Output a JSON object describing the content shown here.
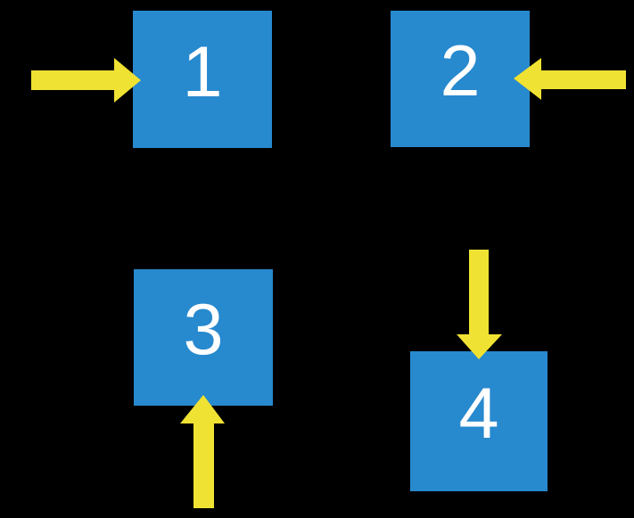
{
  "colors": {
    "background": "#000000",
    "square_fill": "#2789CE",
    "arrow_fill": "#F0E232",
    "label_text": "#FFFFFF"
  },
  "squares": [
    {
      "label": "1",
      "arrow_direction": "right"
    },
    {
      "label": "2",
      "arrow_direction": "left"
    },
    {
      "label": "3",
      "arrow_direction": "up"
    },
    {
      "label": "4",
      "arrow_direction": "down"
    }
  ]
}
